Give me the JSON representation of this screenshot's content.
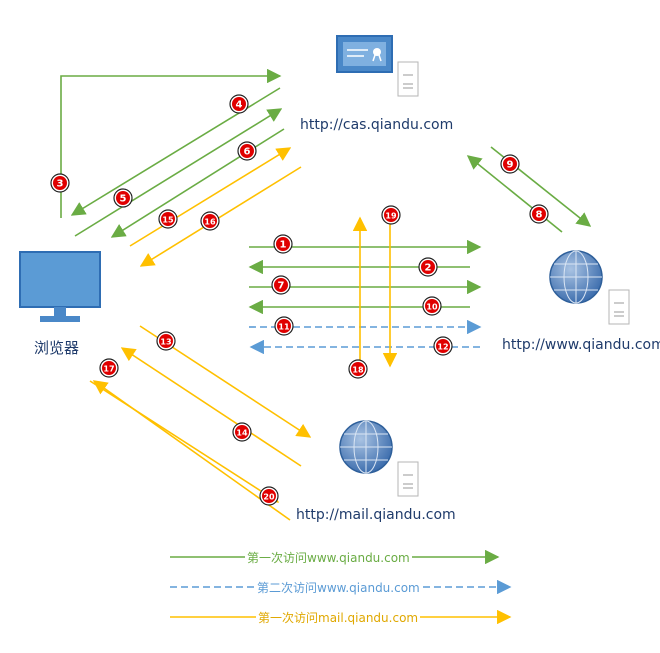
{
  "nodes": {
    "browser_label": "浏览器",
    "cas_url": "http://cas.qiandu.com",
    "www_url": "http://www.qiandu.com",
    "mail_url": "http://mail.qiandu.com"
  },
  "colors": {
    "green": "#6aac44",
    "blue": "#5b9bd5",
    "orange": "#ffc000",
    "badge_red": "#e00000",
    "label": "#1f3b6b"
  },
  "steps": [
    "1",
    "2",
    "3",
    "4",
    "5",
    "6",
    "7",
    "8",
    "9",
    "10",
    "11",
    "12",
    "13",
    "14",
    "15",
    "16",
    "17",
    "18",
    "19",
    "20"
  ],
  "legend": [
    {
      "text": "第一次访问www.qiandu.com",
      "color": "#6aac44",
      "style": "solid"
    },
    {
      "text": "第二次访问www.qiandu.com",
      "color": "#5b9bd5",
      "style": "dashed"
    },
    {
      "text": "第一次访问mail.qiandu.com",
      "color": "#ffc000",
      "style": "solid"
    }
  ]
}
